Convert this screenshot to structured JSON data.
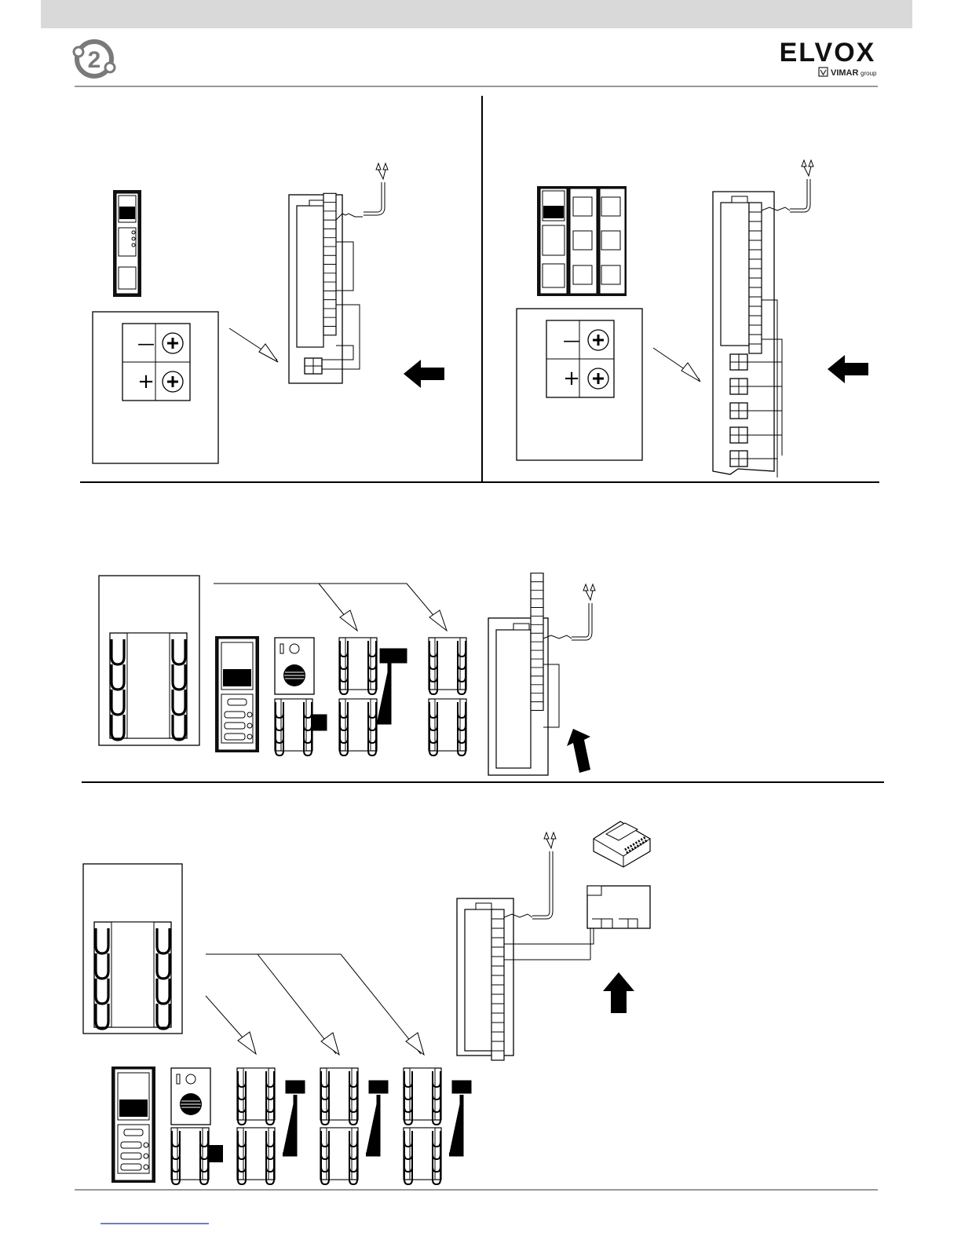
{
  "header": {
    "brand": "ELVOX",
    "group_brand": "VIMAR",
    "group_suffix": "group",
    "system_logo_text": "2"
  },
  "terminal_detail": {
    "minus_sign": "—",
    "plus_sign": "+"
  },
  "colors": {
    "ink": "#000000",
    "top_bar": "#d9d9d9",
    "rule": "#999999",
    "footer_link": "#3b4fd6"
  },
  "icons": [
    "system-2-logo-icon",
    "elvox-logo-icon",
    "vimar-logo-icon",
    "direction-arrow-icon",
    "screw-terminal-icon",
    "antenna-icon"
  ]
}
